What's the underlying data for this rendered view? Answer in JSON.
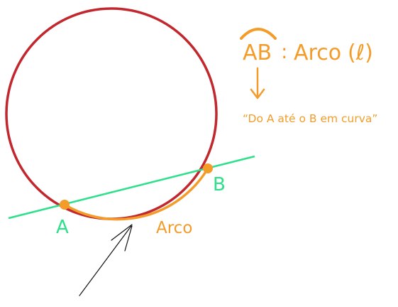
{
  "points": {
    "a": "A",
    "b": "B"
  },
  "arc_label": "Arco",
  "notation": {
    "symbol": "AB",
    "separator": ":",
    "name": "Arco",
    "variable": "(ℓ)"
  },
  "explanation": "“Do A até o B em curva”",
  "colors": {
    "circle": "#c1272d",
    "arc": "#f39c2a",
    "chord_line": "#2ee08a",
    "point_label": "#2ee08a",
    "notation": "#f39c2a",
    "pointer": "#111111"
  }
}
